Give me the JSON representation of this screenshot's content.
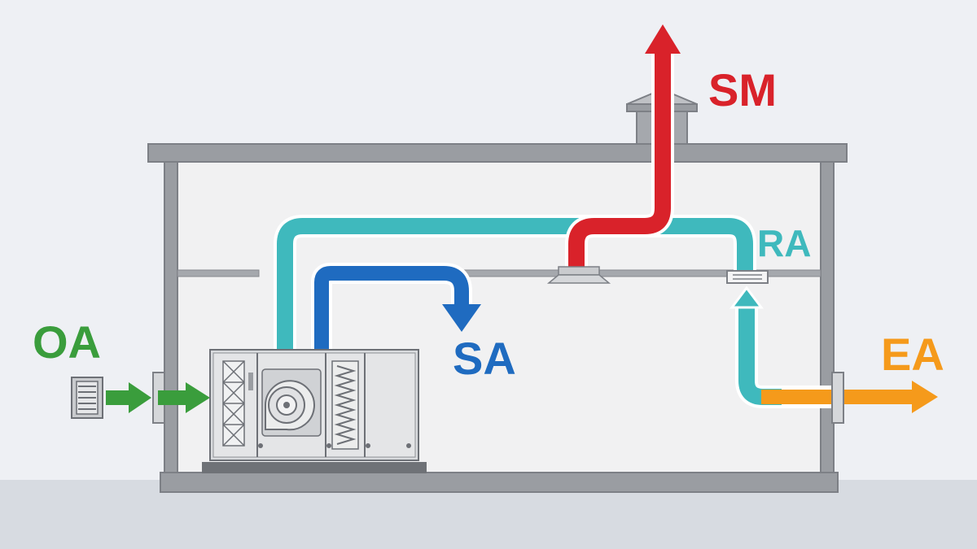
{
  "labels": {
    "oa": "OA",
    "sa": "SA",
    "ra": "RA",
    "ea": "EA",
    "sm": "SM"
  },
  "colors": {
    "oa": "#3a9d3c",
    "sa": "#1f6bc0",
    "ra": "#3fb9bd",
    "ea": "#f59a1b",
    "sm": "#d9222a",
    "structure": "#8f9297",
    "background": "#eef0f4",
    "ground": "#d7dbe1",
    "room": "#f1f1f2"
  },
  "icons": [
    "outdoor-louver-icon",
    "wall-damper-icon",
    "air-handling-unit-icon",
    "fan-icon",
    "filter-icon",
    "coil-icon",
    "ceiling-diffuser-icon",
    "return-grille-icon",
    "roof-cap-icon"
  ]
}
